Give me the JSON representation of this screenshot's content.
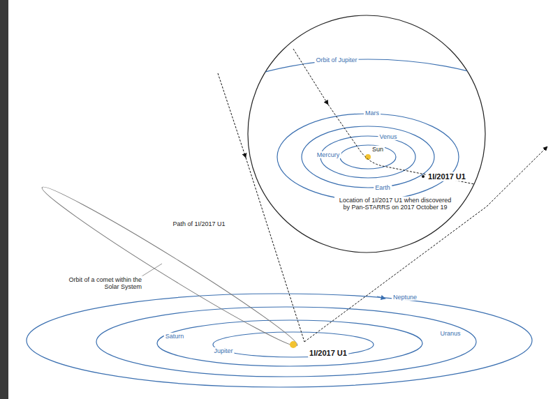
{
  "diagram": {
    "labels": [
      "Orbit of Jupiter",
      "Mars",
      "Venus",
      "Sun",
      "Mercury",
      "Earth",
      "1I/2017 U1",
      "Location of 1I/2017 U1 when discovered by Pan-STARRS on 2017 October 19",
      "Path of 1I/2017 U1",
      "Orbit of a comet within the Solar System",
      "Neptune",
      "Uranus",
      "Saturn",
      "Jupiter",
      "1I/2017 U1"
    ]
  }
}
